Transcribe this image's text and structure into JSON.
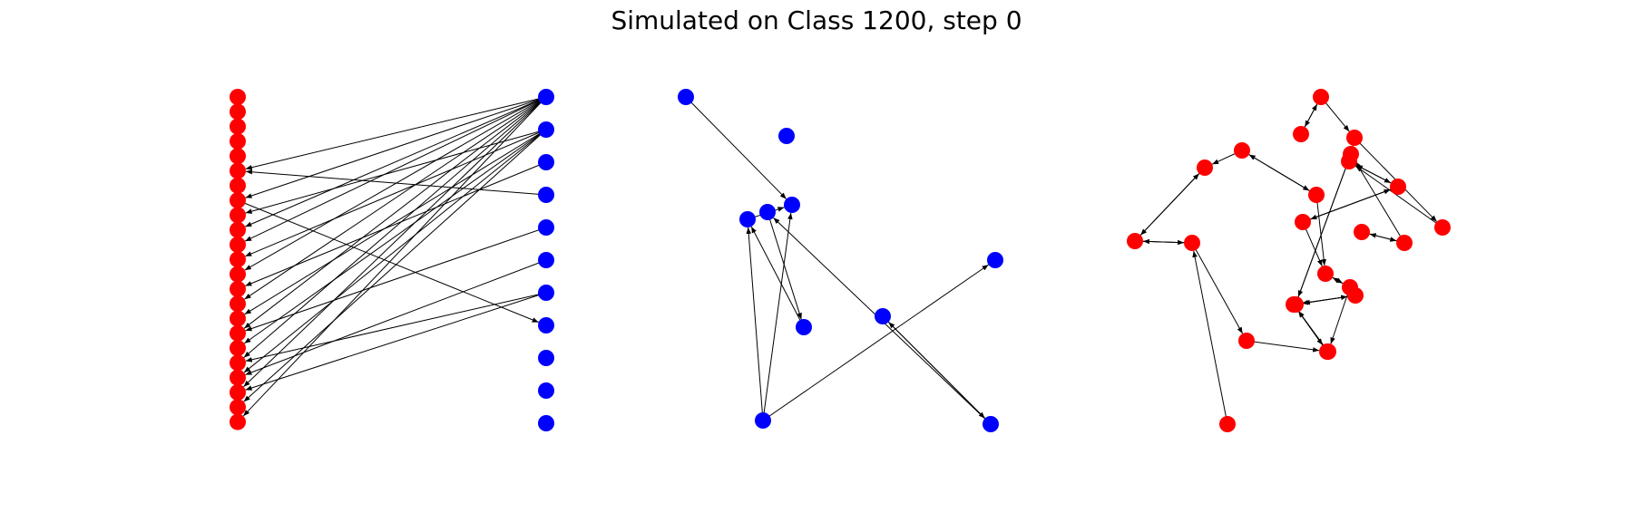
{
  "title": "Simulated on Class 1200, step 0",
  "colors": {
    "red_nodes": "#ff0000",
    "blue_nodes": "#0000ff",
    "edges": "#000000",
    "background": "#ffffff"
  },
  "panels": [
    {
      "name": "bipartite-panel",
      "node_groups": {
        "left": {
          "color_key": "red_nodes",
          "count": 23
        },
        "right": {
          "color_key": "blue_nodes",
          "count": 11
        }
      },
      "edges": [
        [
          "R0",
          "L5"
        ],
        [
          "R0",
          "L7"
        ],
        [
          "R0",
          "L9"
        ],
        [
          "R0",
          "L10"
        ],
        [
          "R0",
          "L12"
        ],
        [
          "R0",
          "L14"
        ],
        [
          "R0",
          "L16"
        ],
        [
          "R0",
          "L18"
        ],
        [
          "R0",
          "L20"
        ],
        [
          "R0",
          "L22"
        ],
        [
          "R1",
          "L8"
        ],
        [
          "R1",
          "L11"
        ],
        [
          "R1",
          "L15"
        ],
        [
          "R1",
          "L17"
        ],
        [
          "R1",
          "L19"
        ],
        [
          "R1",
          "L21"
        ],
        [
          "R2",
          "L13"
        ],
        [
          "R3",
          "L5"
        ],
        [
          "R4",
          "L16"
        ],
        [
          "R5",
          "L19"
        ],
        [
          "R6",
          "L18"
        ],
        [
          "R6",
          "L20"
        ],
        [
          "L7",
          "R7"
        ]
      ]
    },
    {
      "name": "blue-graph-panel",
      "color_key": "blue_nodes",
      "nodes": [
        "B0",
        "B1",
        "B2",
        "B3",
        "B4",
        "B5",
        "B6",
        "B7",
        "B8",
        "B9"
      ],
      "edges": [
        [
          "B0",
          "B2"
        ],
        [
          "B5",
          "B2"
        ],
        [
          "B8",
          "B2"
        ],
        [
          "B8",
          "B3"
        ],
        [
          "B6",
          "B5"
        ],
        [
          "B7",
          "B9"
        ],
        [
          "B9",
          "B7"
        ],
        [
          "B9",
          "B4"
        ],
        [
          "B4",
          "B6"
        ],
        [
          "B8",
          "B5"
        ]
      ]
    },
    {
      "name": "red-graph-panel",
      "color_key": "red_nodes",
      "nodes": [
        "N0",
        "N1",
        "N2",
        "N3",
        "N4",
        "N5",
        "N6",
        "N7",
        "N8",
        "N9",
        "N10",
        "N11",
        "N12",
        "N13",
        "N14",
        "N15",
        "N16",
        "N17",
        "N18",
        "N19",
        "N20",
        "N21",
        "N22",
        "N23"
      ],
      "edges": [
        [
          "N0",
          "N1"
        ],
        [
          "N1",
          "N0"
        ],
        [
          "N2",
          "N1"
        ],
        [
          "N1",
          "N3"
        ],
        [
          "N0",
          "N4"
        ],
        [
          "N4",
          "N0"
        ],
        [
          "N5",
          "N4"
        ],
        [
          "N5",
          "N6"
        ],
        [
          "N6",
          "N5"
        ],
        [
          "N7",
          "N8"
        ],
        [
          "N8",
          "N7"
        ],
        [
          "N7",
          "N9"
        ],
        [
          "N10",
          "N9"
        ],
        [
          "N10",
          "N11"
        ],
        [
          "N11",
          "N10"
        ],
        [
          "N12",
          "N10"
        ],
        [
          "N11",
          "N13"
        ],
        [
          "N13",
          "N11"
        ],
        [
          "N14",
          "N15"
        ],
        [
          "N15",
          "N14"
        ],
        [
          "N6",
          "N16"
        ],
        [
          "N16",
          "N17"
        ],
        [
          "N17",
          "N16"
        ],
        [
          "N18",
          "N19"
        ],
        [
          "N19",
          "N18"
        ],
        [
          "N20",
          "N18"
        ],
        [
          "N18",
          "N21"
        ],
        [
          "N21",
          "N18"
        ],
        [
          "N22",
          "N23"
        ],
        [
          "N23",
          "N22"
        ],
        [
          "N13",
          "N16"
        ],
        [
          "N15",
          "N22"
        ],
        [
          "N19",
          "N23"
        ],
        [
          "N9",
          "N12"
        ],
        [
          "N3",
          "N21"
        ],
        [
          "N17",
          "N20"
        ]
      ]
    }
  ]
}
